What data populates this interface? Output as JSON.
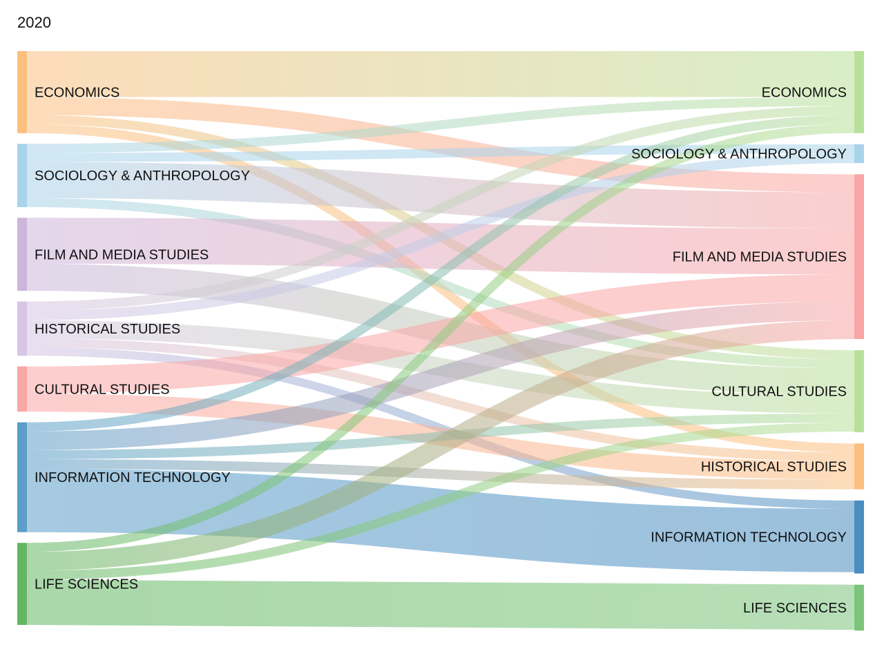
{
  "title": "2020",
  "chart_data": {
    "type": "sankey",
    "title": "2020",
    "colors": {
      "ECONOMICS": "#fbbf80",
      "SOCIOLOGY & ANTHROPOLOGY": "#a9d3ea",
      "FILM AND MEDIA STUDIES": "#cdb5db",
      "HISTORICAL STUDIES": "#d6c6e3",
      "CULTURAL STUDIES": "#f9a6a6",
      "INFORMATION TECHNOLOGY": "#5c9ec9",
      "LIFE SCIENCES": "#63b763",
      "RIGHT_ECONOMICS": "#b8e09a",
      "RIGHT_SOCIOLOGY & ANTHROPOLOGY": "#a9d3ea",
      "RIGHT_FILM AND MEDIA STUDIES": "#f9a6a6",
      "RIGHT_CULTURAL STUDIES": "#b8e09a",
      "RIGHT_HISTORICAL STUDIES": "#fbbf80",
      "RIGHT_INFORMATION TECHNOLOGY": "#4a8dc0",
      "RIGHT_LIFE SCIENCES": "#7cc47c"
    },
    "sources": [
      {
        "name": "ECONOMICS",
        "value": 118
      },
      {
        "name": "SOCIOLOGY & ANTHROPOLOGY",
        "value": 91
      },
      {
        "name": "FILM AND MEDIA STUDIES",
        "value": 105
      },
      {
        "name": "HISTORICAL STUDIES",
        "value": 78
      },
      {
        "name": "CULTURAL STUDIES",
        "value": 65
      },
      {
        "name": "INFORMATION TECHNOLOGY",
        "value": 158
      },
      {
        "name": "LIFE SCIENCES",
        "value": 118
      }
    ],
    "targets": [
      {
        "name": "ECONOMICS",
        "value": 118
      },
      {
        "name": "SOCIOLOGY & ANTHROPOLOGY",
        "value": 27
      },
      {
        "name": "FILM AND MEDIA STUDIES",
        "value": 237
      },
      {
        "name": "CULTURAL STUDIES",
        "value": 118
      },
      {
        "name": "HISTORICAL STUDIES",
        "value": 66
      },
      {
        "name": "INFORMATION TECHNOLOGY",
        "value": 105
      },
      {
        "name": "LIFE SCIENCES",
        "value": 66
      }
    ],
    "links": [
      {
        "source": "ECONOMICS",
        "target": "ECONOMICS",
        "value": 66
      },
      {
        "source": "ECONOMICS",
        "target": "FILM AND MEDIA STUDIES",
        "value": 26
      },
      {
        "source": "ECONOMICS",
        "target": "CULTURAL STUDIES",
        "value": 13
      },
      {
        "source": "ECONOMICS",
        "target": "HISTORICAL STUDIES",
        "value": 13
      },
      {
        "source": "SOCIOLOGY & ANTHROPOLOGY",
        "target": "ECONOMICS",
        "value": 13
      },
      {
        "source": "SOCIOLOGY & ANTHROPOLOGY",
        "target": "SOCIOLOGY & ANTHROPOLOGY",
        "value": 13
      },
      {
        "source": "SOCIOLOGY & ANTHROPOLOGY",
        "target": "FILM AND MEDIA STUDIES",
        "value": 52
      },
      {
        "source": "SOCIOLOGY & ANTHROPOLOGY",
        "target": "CULTURAL STUDIES",
        "value": 13
      },
      {
        "source": "FILM AND MEDIA STUDIES",
        "target": "FILM AND MEDIA STUDIES",
        "value": 66
      },
      {
        "source": "FILM AND MEDIA STUDIES",
        "target": "CULTURAL STUDIES",
        "value": 39
      },
      {
        "source": "HISTORICAL STUDIES",
        "target": "ECONOMICS",
        "value": 13
      },
      {
        "source": "HISTORICAL STUDIES",
        "target": "SOCIOLOGY & ANTHROPOLOGY",
        "value": 14
      },
      {
        "source": "HISTORICAL STUDIES",
        "target": "CULTURAL STUDIES",
        "value": 26
      },
      {
        "source": "HISTORICAL STUDIES",
        "target": "HISTORICAL STUDIES",
        "value": 13
      },
      {
        "source": "HISTORICAL STUDIES",
        "target": "INFORMATION TECHNOLOGY",
        "value": 12
      },
      {
        "source": "CULTURAL STUDIES",
        "target": "FILM AND MEDIA STUDIES",
        "value": 39
      },
      {
        "source": "CULTURAL STUDIES",
        "target": "HISTORICAL STUDIES",
        "value": 26
      },
      {
        "source": "INFORMATION TECHNOLOGY",
        "target": "ECONOMICS",
        "value": 13
      },
      {
        "source": "INFORMATION TECHNOLOGY",
        "target": "FILM AND MEDIA STUDIES",
        "value": 27
      },
      {
        "source": "INFORMATION TECHNOLOGY",
        "target": "CULTURAL STUDIES",
        "value": 13
      },
      {
        "source": "INFORMATION TECHNOLOGY",
        "target": "HISTORICAL STUDIES",
        "value": 14
      },
      {
        "source": "INFORMATION TECHNOLOGY",
        "target": "INFORMATION TECHNOLOGY",
        "value": 91
      },
      {
        "source": "LIFE SCIENCES",
        "target": "ECONOMICS",
        "value": 13
      },
      {
        "source": "LIFE SCIENCES",
        "target": "FILM AND MEDIA STUDIES",
        "value": 27
      },
      {
        "source": "LIFE SCIENCES",
        "target": "CULTURAL STUDIES",
        "value": 13
      },
      {
        "source": "LIFE SCIENCES",
        "target": "LIFE SCIENCES",
        "value": 65
      }
    ]
  }
}
